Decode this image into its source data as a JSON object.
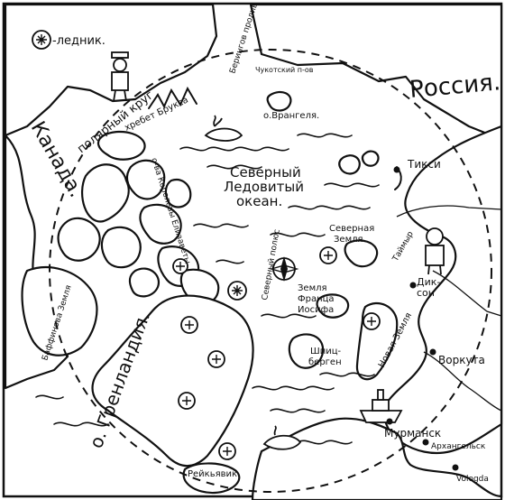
{
  "legend": {
    "glacier_label": "-ледник."
  },
  "labels": {
    "canada": "Канада.",
    "russia": "Россия.",
    "arctic_ocean": "Северный Ледовитый океан.",
    "arctic_ocean_l1": "Северный",
    "arctic_ocean_l2": "Ледовитый",
    "arctic_ocean_l3": "океан.",
    "greenland": "о. Гренландия.",
    "polar_circle": "полярный круг",
    "brooks_range": "хребет Брукса",
    "bering_strait": "Берингов пролив",
    "chukotka": "Чукотский п-ов",
    "wrangel": "о.Врангеля.",
    "tiksi": "Тикси",
    "severnaya_zemlya_l1": "Северная",
    "severnaya_zemlya_l2": "Земля",
    "taymyr": "Таймыр",
    "dikson_l1": "Дик-",
    "dikson_l2": "сон",
    "franz_josef_l1": "Земля",
    "franz_josef_l2": "Франца",
    "franz_josef_l3": "Иосифа",
    "novaya_zemlya": "Новая Земля",
    "spitsbergen_l1": "Шпиц-",
    "spitsbergen_l2": "берген",
    "vorkuta": "Воркута",
    "murmansk": "Мурманск",
    "arkhangelsk": "Архангельск",
    "vologda": "Vologda",
    "reykjavik": "Рейкьявик",
    "baffin": "Баффинова Земля",
    "queen_elizabeth": "о-ва Королевы Елизаветы",
    "north_pole": "Северный полюс"
  },
  "colors": {
    "ink": "#111111",
    "paper": "#ffffff"
  }
}
